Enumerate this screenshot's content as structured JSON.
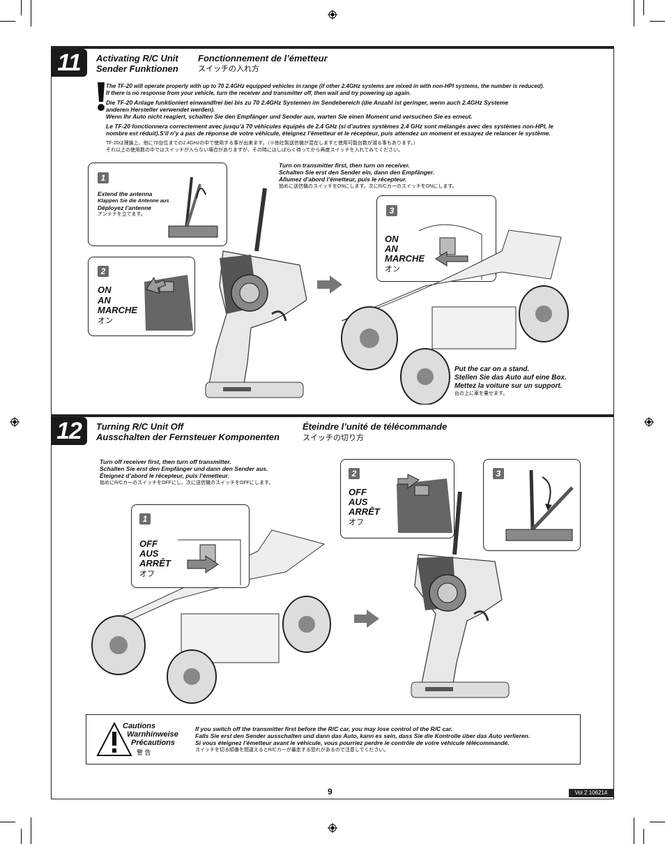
{
  "page_number": "9",
  "version": "Vol 2 106214",
  "step11": {
    "number": "11",
    "title_en": "Activating R/C Unit",
    "title_de": "Sender Funktionen",
    "title_fr": "Fonctionnement de l’émetteur",
    "title_jp": "スイッチの入れ方",
    "warning": {
      "en_1": "The TF-20 will operate properly with up to 70 2.4GHz equipped vehicles in range (if other 2.4GHz systems are mixed in with non-HPI systems, the number is reduced).",
      "en_2": "If there is no response from your vehicle, turn the receiver and transmitter off, then wait and try powering up again.",
      "de_1": "Die TF-20 Anlage funktioniert einwandfrei bei bis zu 70 2.4GHz Systemen im Sendebereich (die Anzahl ist geringer, wenn auch 2.4GHz Systeme",
      "de_2": "anderen Hersteller verwendet werden).",
      "de_3": "Wenn Ihr Auto nicht reagiert, schalten Sie den Empfänger und Sender aus, warten Sie einen Moment und versuchen Sie es erneut.",
      "fr_1": "Le TF-20 fonctionnera correctement avec jusqu’à 70 véhicules équipés de 2.4 GHz (si d’autres systèmes 2.4 GHz sont mélangés avec des systèmes non-HPI, le",
      "fr_2": "nombre est réduit).S’il n’y a pas de réponse de votre véhicule, éteignez l’émetteur et le récepteur, puis attendez un moment et essayez de relancer le système.",
      "jp_1": "TF-20は理論上、他に70台位までの2.4GHzの中で使用する事が出来ます。（※他社製送信機が混在しますと使用可能台数が減る事もあります。）",
      "jp_2": "それ以上の使用数の中ではスイッチが入らない場合がありますが、その時にはしばらく待ってから再度スイッチを入れてみてください。"
    },
    "box1": {
      "num": "1",
      "en": "Extend the antenna",
      "de": "Klappen Sie die Antenne aus",
      "fr": "Déployez l’antenne",
      "jp": "アンテナを立てます。"
    },
    "box2": {
      "num": "2",
      "l1": "ON",
      "l2": "AN",
      "l3": "MARCHE",
      "jp": "オン"
    },
    "box3": {
      "num": "3",
      "l1": "ON",
      "l2": "AN",
      "l3": "MARCHE",
      "jp": "オン"
    },
    "order": {
      "en": "Turn on transmitter first, then turn on receiver.",
      "de": "Schalten Sie erst den Sender ein, dann den Empfänger.",
      "fr": "Allumez d’abord l’émetteur, puis le récepteur.",
      "jp": "始めに送信機のスイッチをONにします。次にR/CカーのスイッチをONにします。"
    },
    "stand": {
      "en": "Put the car on a stand.",
      "de": "Stellen Sie das Auto auf eine Box.",
      "fr": "Mettez la voiture sur un support.",
      "jp": "台の上に車を乗せます。"
    }
  },
  "step12": {
    "number": "12",
    "title_en": "Turning R/C Unit Off",
    "title_de": "Ausschalten der Fernsteuer Komponenten",
    "title_fr": "Éteindre l’unité de télécommande",
    "title_jp": "スイッチの切り方",
    "order": {
      "en": "Turn off receiver first, then turn off transmitter.",
      "de": "Schalten Sie erst den Empfänger und dann den Sender aus.",
      "fr": "Éteignez d’abord le récepteur, puis l’émetteur.",
      "jp": "始めにR/CカーのスイッチをOFFにし、次に送信機のスイッチをOFFにします。"
    },
    "box1": {
      "num": "1",
      "l1": "OFF",
      "l2": "AUS",
      "l3": "ARRÊT",
      "jp": "オフ"
    },
    "box2": {
      "num": "2",
      "l1": "OFF",
      "l2": "AUS",
      "l3": "ARRÊT",
      "jp": "オフ"
    },
    "box3": {
      "num": "3"
    }
  },
  "caution": {
    "label_en": "Cautions",
    "label_de": "Warnhinweise",
    "label_fr": "Précautions",
    "label_jp": "警 告",
    "en": "If you switch off the transmitter first before the R/C car, you may lose control of the R/C car.",
    "de": "Falls Sie erst den Sender ausschalten und dann das Auto, kann es sein, dass Sie die Kontrolle über das Auto verlieren.",
    "fr": "Si vous éteignez l’émetteur avant le véhicule, vous pourriez perdre le contrôle de votre véhicule télécommandé.",
    "jp": "スイッチを切る順番を間違えるとR/Cカーが暴走する恐れがあるので注意してください。"
  }
}
